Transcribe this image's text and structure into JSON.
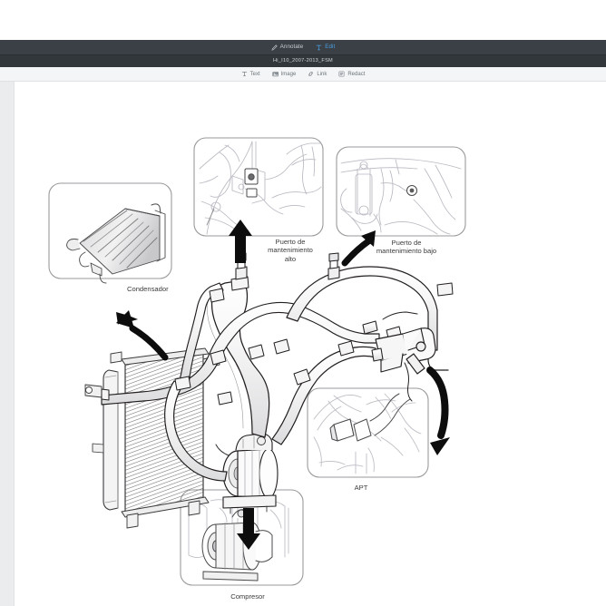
{
  "window": {
    "background_color": "#ffffff"
  },
  "toolbar_main": {
    "background_color": "#3a4046",
    "active_color": "#4a9fe0",
    "items": [
      {
        "label": "Annotate",
        "icon": "pencil-icon",
        "active": false
      },
      {
        "label": "Edit",
        "icon": "text-cursor-icon",
        "active": true
      }
    ]
  },
  "titlebar": {
    "background_color": "#32373c",
    "document_title": "Hi_I10_2007-2013_FSM"
  },
  "toolbar_sub": {
    "background_color": "#f4f5f7",
    "items": [
      {
        "label": "Text",
        "icon": "text-tool-icon"
      },
      {
        "label": "Image",
        "icon": "image-tool-icon"
      },
      {
        "label": "Link",
        "icon": "link-tool-icon"
      },
      {
        "label": "Redact",
        "icon": "redact-tool-icon"
      }
    ]
  },
  "document": {
    "watermark": "",
    "diagram": {
      "title": "",
      "line_color": "#231f20",
      "callouts": [
        {
          "id": "condensador",
          "label": "Condensador",
          "inset": "condenser-photo",
          "arrow": "up-left"
        },
        {
          "id": "puerto-alto",
          "label": "Puerto de\nmantenimiento\nalto",
          "inset": "high-service-port-photo",
          "arrow": "up"
        },
        {
          "id": "puerto-bajo",
          "label": "Puerto de\nmantenimiento bajo",
          "inset": "low-service-port-photo",
          "arrow": "up-right"
        },
        {
          "id": "apt",
          "label": "APT",
          "inset": "apt-photo",
          "arrow": "down-right"
        },
        {
          "id": "compresor",
          "label": "Compresor",
          "inset": "compressor-photo",
          "arrow": "down"
        }
      ]
    }
  }
}
